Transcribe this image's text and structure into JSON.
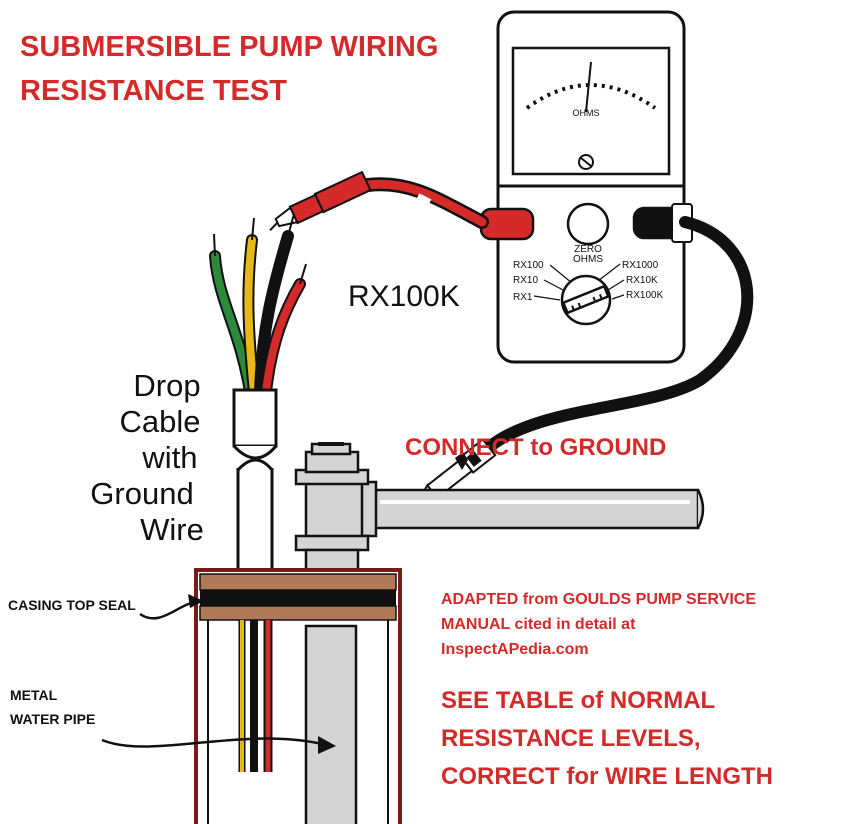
{
  "title": {
    "line1": "SUBMERSIBLE PUMP WIRING",
    "line2": "RESISTANCE TEST"
  },
  "meter": {
    "scale_label": "OHMS",
    "zero_label_1": "ZERO",
    "zero_label_2": "OHMS",
    "ranges": {
      "rx100": "RX100",
      "rx10": "RX10",
      "rx1": "RX1",
      "rx1000": "RX1000",
      "rx10k": "RX10K",
      "rx100k": "RX100K"
    },
    "selected_range": "RX100K"
  },
  "labels": {
    "drop_cable_1": "Drop",
    "drop_cable_2": "Cable",
    "drop_cable_3": "with",
    "drop_cable_4": "Ground",
    "drop_cable_5": "Wire",
    "connect_ground": "CONNECT to GROUND",
    "casing_seal": "CASING TOP SEAL",
    "metal_pipe_1": "METAL",
    "metal_pipe_2": "WATER PIPE"
  },
  "notes": {
    "adapted_1": "ADAPTED from GOULDS PUMP SERVICE",
    "adapted_2": "MANUAL cited in detail at",
    "adapted_3": "InspectAPedia.com",
    "table_1": "SEE TABLE of NORMAL",
    "table_2": "RESISTANCE LEVELS,",
    "table_3": "CORRECT for WIRE LENGTH"
  },
  "colors": {
    "accent_red": "#d42a2a",
    "wire_green": "#2c8a3b",
    "wire_yellow": "#e8b819",
    "wire_black": "#111111",
    "wire_red": "#d42a2a",
    "seal_brown": "#b07a58",
    "casing_border": "#7a1b1b",
    "pipe_gray": "#d4d4d4"
  }
}
